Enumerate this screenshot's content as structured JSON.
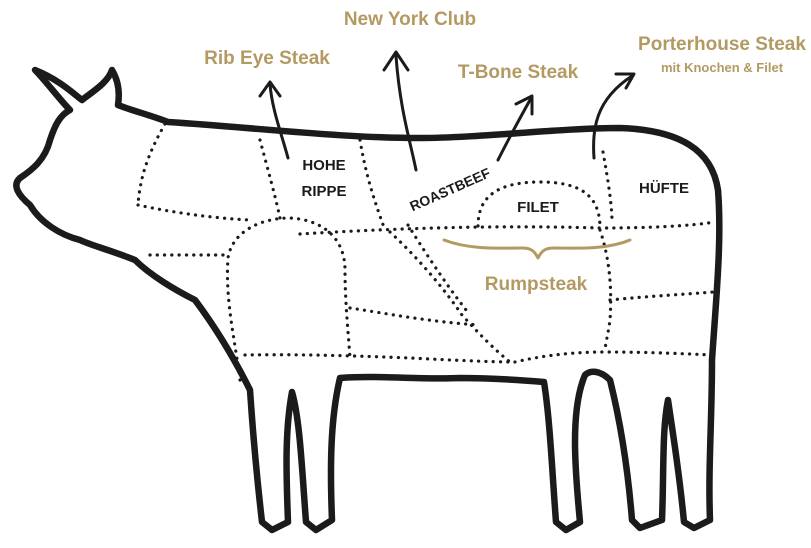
{
  "callouts": {
    "rib_eye": "Rib Eye Steak",
    "new_york": "New York Club",
    "t_bone": "T-Bone Steak",
    "porterhouse": "Porterhouse Steak",
    "porterhouse_sub": "mit Knochen & Filet",
    "rumpsteak": "Rumpsteak"
  },
  "regions": {
    "hohe_rippe_line1": "HOHE",
    "hohe_rippe_line2": "RIPPE",
    "roastbeef": "ROASTBEEF",
    "filet": "FILET",
    "huefte": "HÜFTE"
  },
  "colors": {
    "accent": "#b39a63",
    "outline": "#1b1b1b",
    "background": "#ffffff"
  }
}
